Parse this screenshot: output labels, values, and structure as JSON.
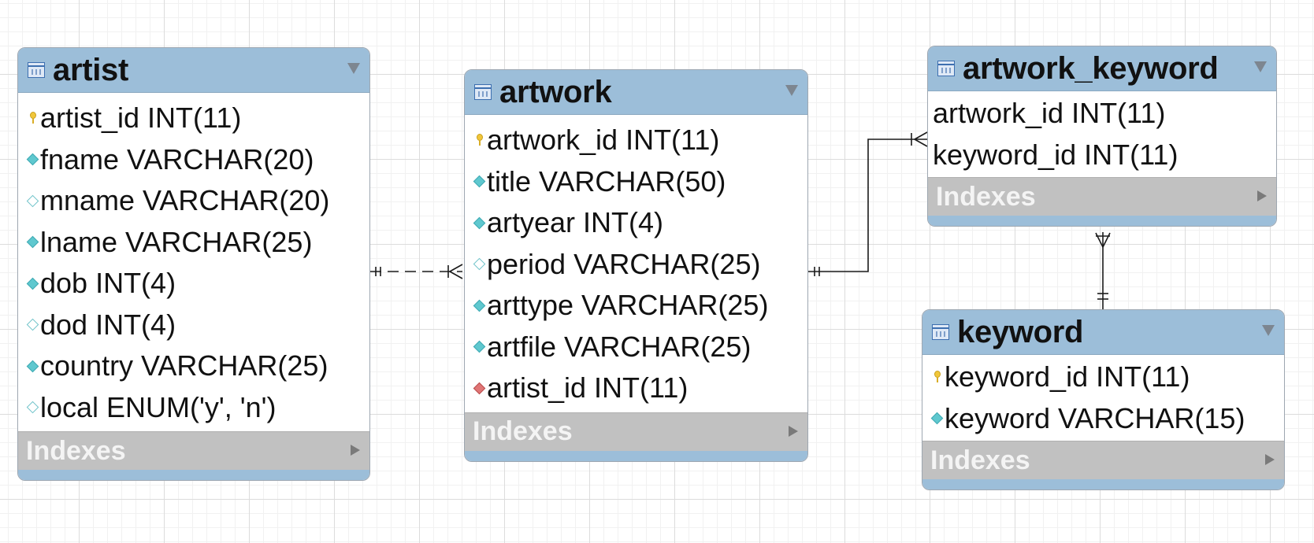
{
  "entities": {
    "artist": {
      "title": "artist",
      "columns": [
        {
          "text": "artist_id INT(11)",
          "marker": "primary-key"
        },
        {
          "text": "fname VARCHAR(20)",
          "marker": "not-null"
        },
        {
          "text": "mname VARCHAR(20)",
          "marker": "nullable"
        },
        {
          "text": "lname VARCHAR(25)",
          "marker": "not-null"
        },
        {
          "text": "dob INT(4)",
          "marker": "not-null"
        },
        {
          "text": "dod INT(4)",
          "marker": "nullable"
        },
        {
          "text": "country VARCHAR(25)",
          "marker": "not-null"
        },
        {
          "text": "local ENUM('y', 'n')",
          "marker": "nullable"
        }
      ],
      "indexes_label": "Indexes"
    },
    "artwork": {
      "title": "artwork",
      "columns": [
        {
          "text": "artwork_id INT(11)",
          "marker": "primary-key"
        },
        {
          "text": "title VARCHAR(50)",
          "marker": "not-null"
        },
        {
          "text": "artyear INT(4)",
          "marker": "not-null"
        },
        {
          "text": "period VARCHAR(25)",
          "marker": "nullable"
        },
        {
          "text": "arttype VARCHAR(25)",
          "marker": "not-null"
        },
        {
          "text": "artfile VARCHAR(25)",
          "marker": "not-null"
        },
        {
          "text": "artist_id INT(11)",
          "marker": "foreign-key"
        }
      ],
      "indexes_label": "Indexes"
    },
    "artwork_keyword": {
      "title": "artwork_keyword",
      "columns": [
        {
          "text": "artwork_id INT(11)",
          "marker": "none"
        },
        {
          "text": "keyword_id INT(11)",
          "marker": "none"
        }
      ],
      "indexes_label": "Indexes"
    },
    "keyword": {
      "title": "keyword",
      "columns": [
        {
          "text": "keyword_id INT(11)",
          "marker": "primary-key"
        },
        {
          "text": "keyword VARCHAR(15)",
          "marker": "not-null"
        }
      ],
      "indexes_label": "Indexes"
    }
  },
  "relationships": [
    {
      "from": "artist",
      "to": "artwork",
      "type": "one-to-many",
      "style": "non-identifying"
    },
    {
      "from": "artwork",
      "to": "artwork_keyword",
      "type": "one-to-many",
      "style": "identifying"
    },
    {
      "from": "keyword",
      "to": "artwork_keyword",
      "type": "one-to-many",
      "style": "identifying"
    }
  ],
  "colors": {
    "header": "#9cbed9",
    "indexes_bar": "#c1c1c1",
    "primary_key": "#f1c63a",
    "not_null": "#5fc8cf",
    "foreign_key": "#e07575"
  }
}
